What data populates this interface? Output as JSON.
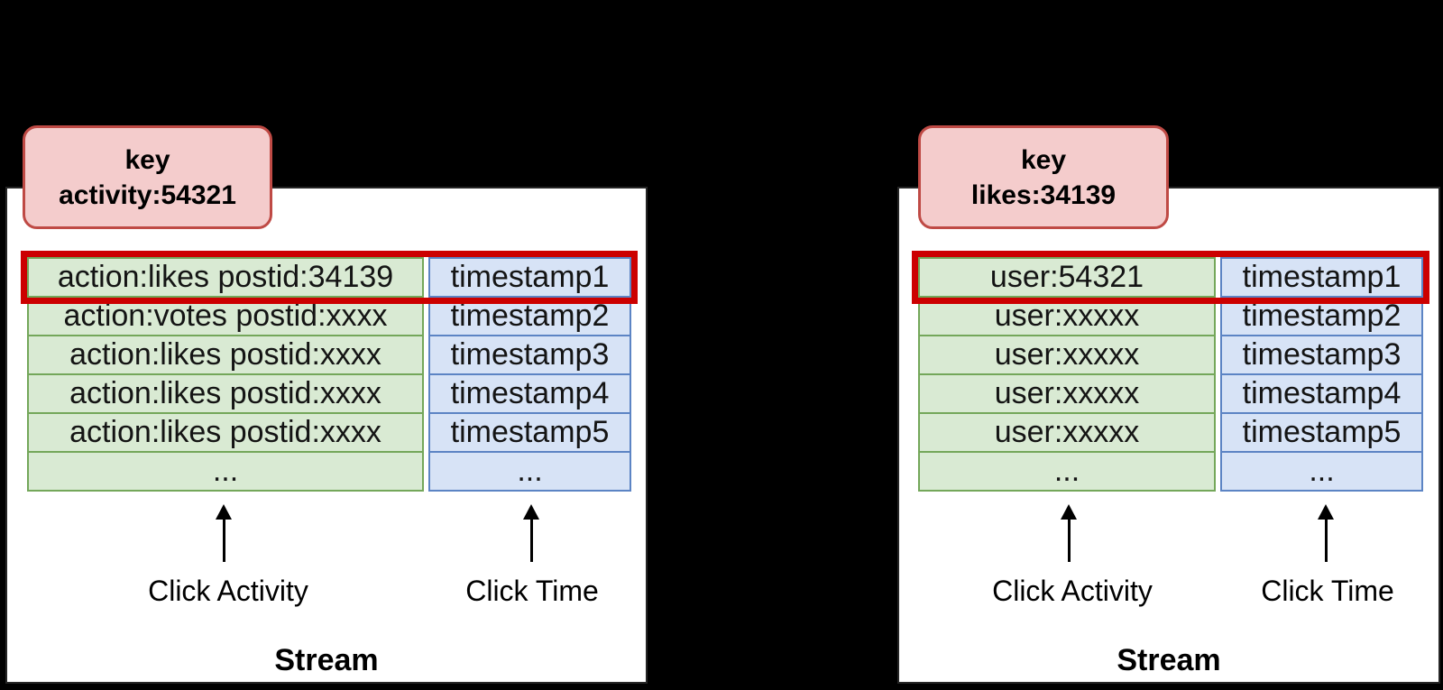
{
  "colors": {
    "background": "#000000",
    "panel_background": "#ffffff",
    "key_fill": "#f4cccc",
    "key_border": "#bf4a45",
    "activity_cell_fill": "#d9ead3",
    "activity_cell_border": "#74a75a",
    "time_cell_fill": "#d7e3f6",
    "time_cell_border": "#5c84c4",
    "highlight_border": "#cc0000"
  },
  "panels": [
    {
      "key": {
        "title": "key",
        "value": "activity:54321"
      },
      "rows": [
        {
          "activity": "action:likes postid:34139",
          "time": "timestamp1",
          "highlighted": true
        },
        {
          "activity": "action:votes postid:xxxx",
          "time": "timestamp2",
          "highlighted": false
        },
        {
          "activity": "action:likes postid:xxxx",
          "time": "timestamp3",
          "highlighted": false
        },
        {
          "activity": "action:likes postid:xxxx",
          "time": "timestamp4",
          "highlighted": false
        },
        {
          "activity": "action:likes postid:xxxx",
          "time": "timestamp5",
          "highlighted": false
        },
        {
          "activity": "...",
          "time": "...",
          "highlighted": false
        }
      ],
      "annotations": {
        "activity_label": "Click Activity",
        "time_label": "Click Time"
      },
      "caption": "Stream"
    },
    {
      "key": {
        "title": "key",
        "value": "likes:34139"
      },
      "rows": [
        {
          "activity": "user:54321",
          "time": "timestamp1",
          "highlighted": true
        },
        {
          "activity": "user:xxxxx",
          "time": "timestamp2",
          "highlighted": false
        },
        {
          "activity": "user:xxxxx",
          "time": "timestamp3",
          "highlighted": false
        },
        {
          "activity": "user:xxxxx",
          "time": "timestamp4",
          "highlighted": false
        },
        {
          "activity": "user:xxxxx",
          "time": "timestamp5",
          "highlighted": false
        },
        {
          "activity": "...",
          "time": "...",
          "highlighted": false
        }
      ],
      "annotations": {
        "activity_label": "Click Activity",
        "time_label": "Click Time"
      },
      "caption": "Stream"
    }
  ]
}
